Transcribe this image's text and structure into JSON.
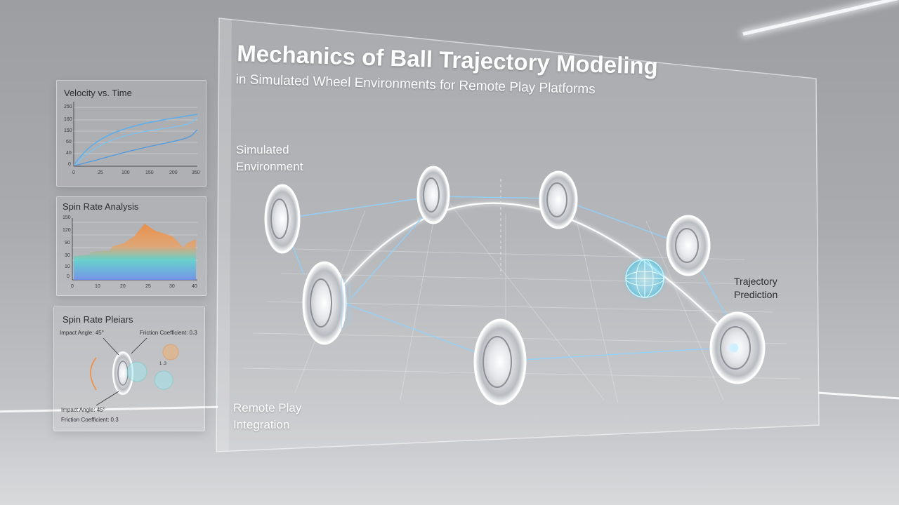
{
  "main": {
    "title": "Mechanics of Ball Trajectory Modeling",
    "subtitle": "in Simulated Wheel Environments for Remote Play Platforms",
    "labels": {
      "simulated_line1": "Simulated",
      "simulated_line2": "Environment",
      "trajectory_line1": "Trajectory",
      "trajectory_line2": "Prediction",
      "remote_line1": "Remote Play",
      "remote_line2": "Integration"
    }
  },
  "panels": {
    "velocity": {
      "title": "Velocity vs. Time",
      "y_ticks": [
        "250",
        "160",
        "150",
        "60",
        "40",
        "0"
      ],
      "x_ticks": [
        "0",
        "25",
        "100",
        "150",
        "200",
        "350"
      ]
    },
    "spin": {
      "title": "Spin Rate Analysis",
      "y_ticks": [
        "150",
        "120",
        "90",
        "30",
        "10",
        "0"
      ],
      "x_ticks": [
        "0",
        "10",
        "20",
        "25",
        "30",
        "40"
      ]
    },
    "params": {
      "title": "Spin Rate Pleiars",
      "impact_angle_top": "Impact Angle: 45°",
      "friction_top": "Friction Coefficient: 0.3",
      "impact_angle_bottom": "Impact Angle: 45°",
      "friction_bottom": "Friction Coefficient: 0.3",
      "note": "1 .3"
    }
  },
  "colors": {
    "glow": "#7fd6ff",
    "orange": "#f28a3a",
    "teal": "#59d4d0"
  }
}
